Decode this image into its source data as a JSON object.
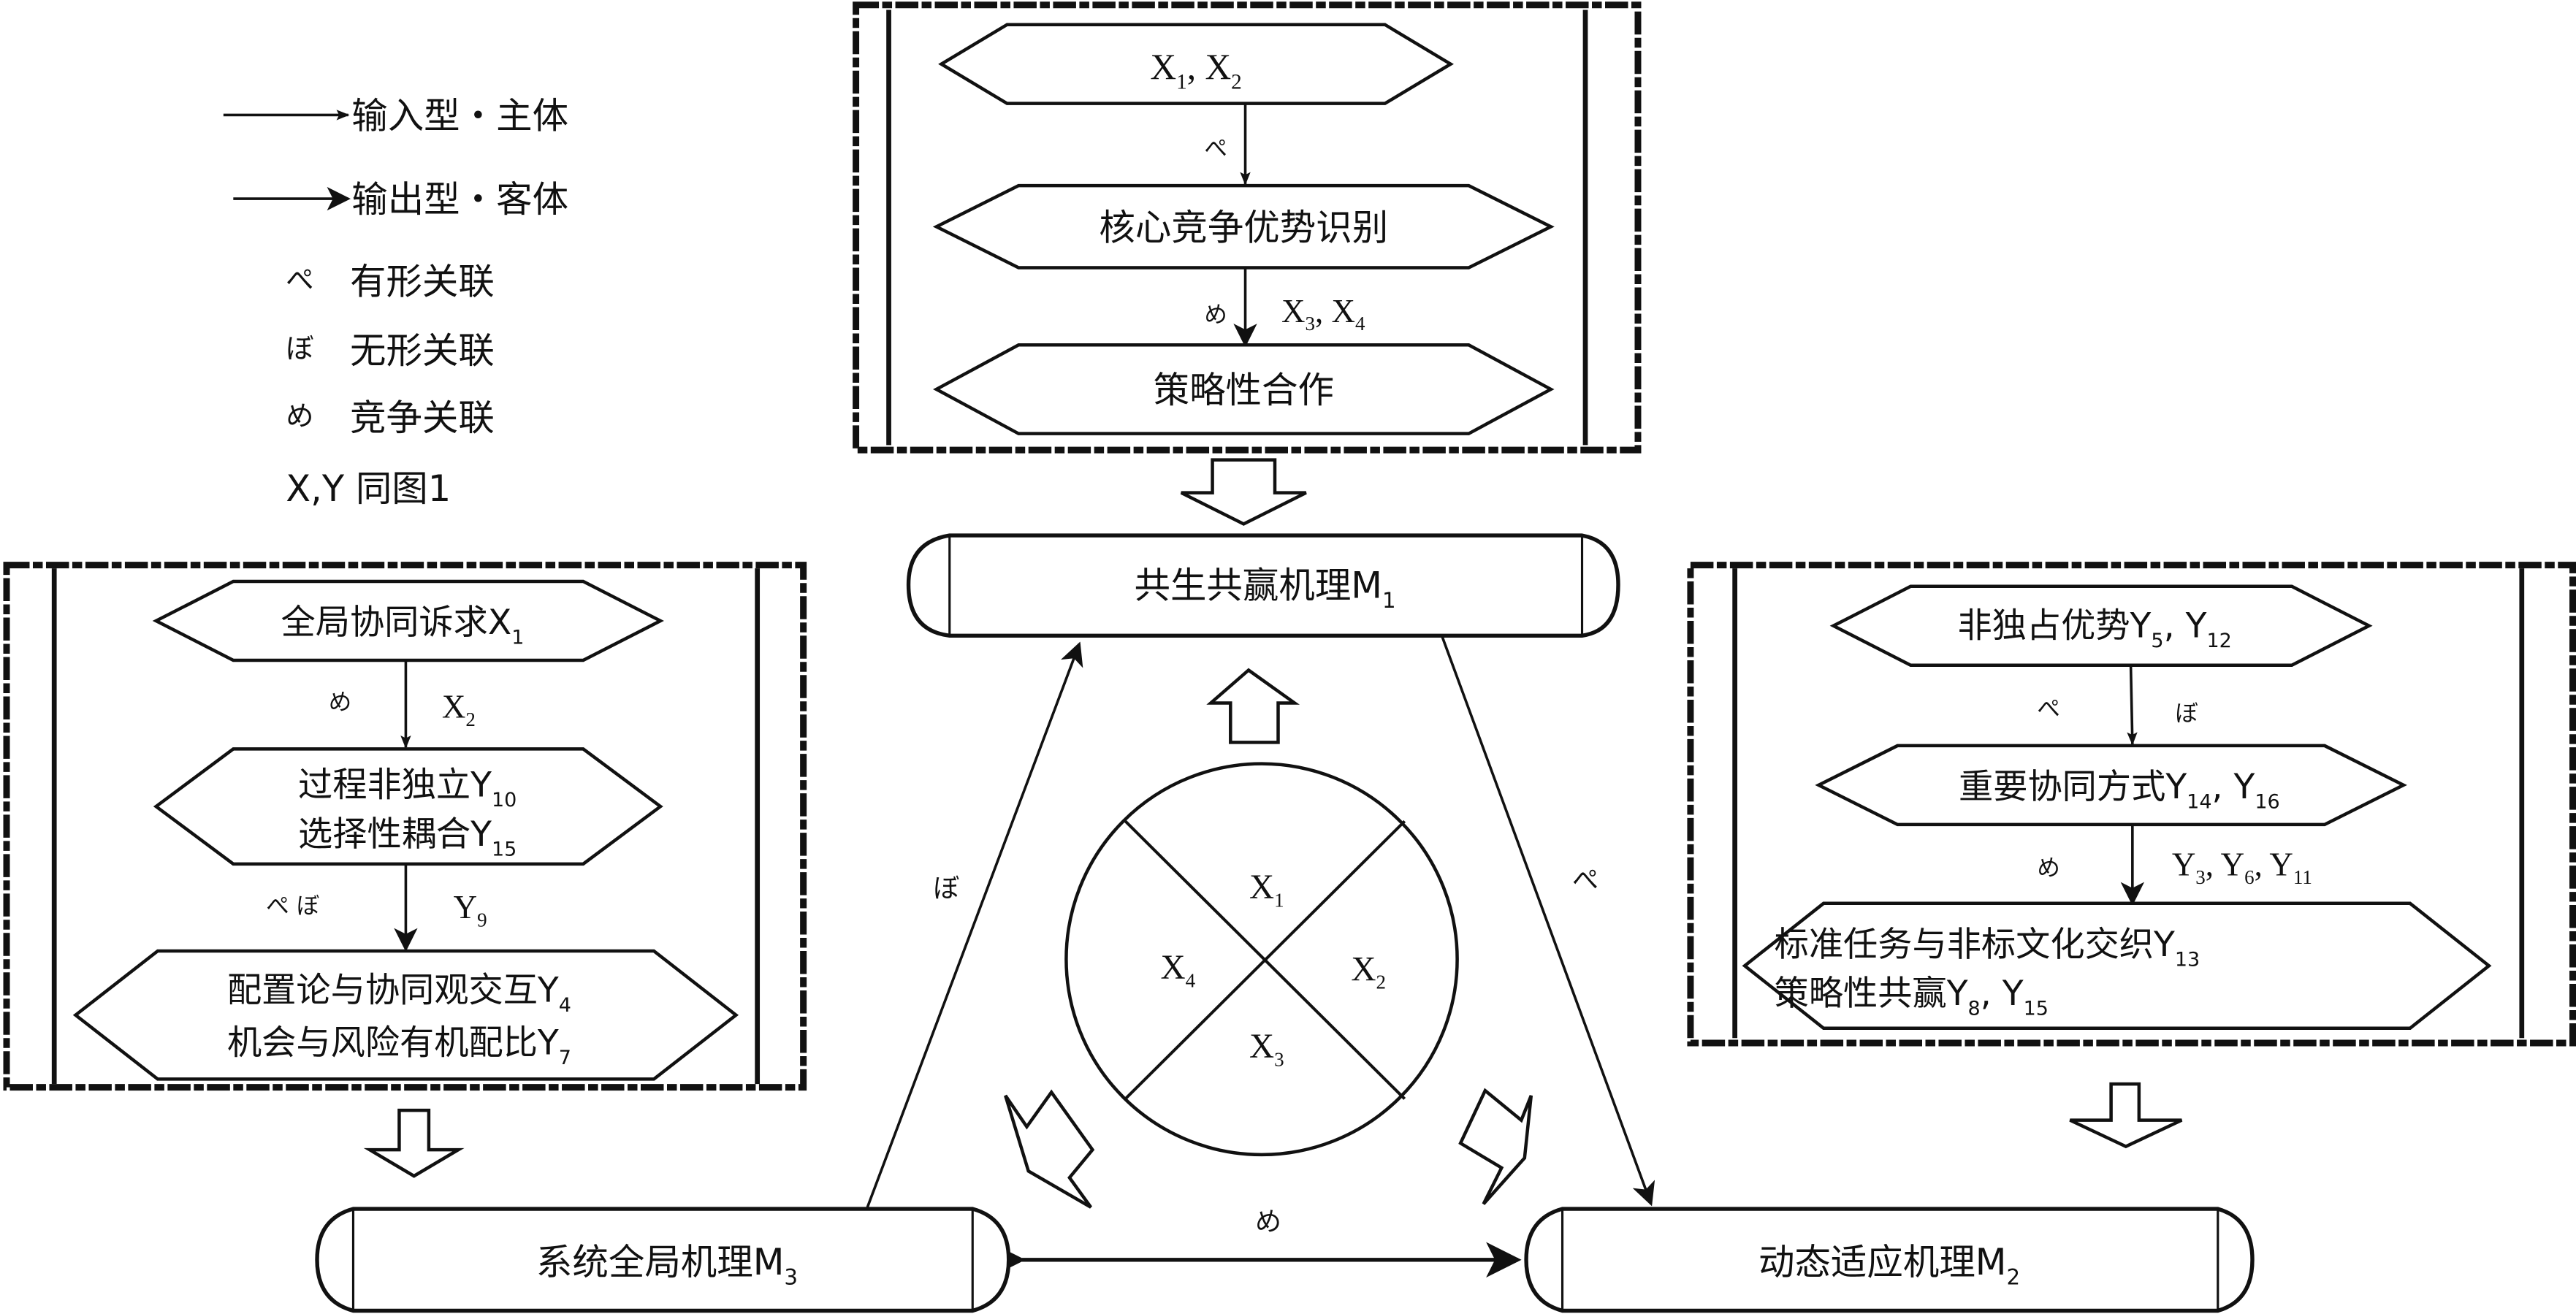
{
  "legend": {
    "input_type": "输入型・主体",
    "output_type": "输出型・客体",
    "tangible": {
      "symbol": "ぺ",
      "label": "有形关联"
    },
    "intangible": {
      "symbol": "ぼ",
      "label": "无形关联"
    },
    "competitive": {
      "symbol": "め",
      "label": "竞争关联"
    },
    "note": "X,Y 同图1"
  },
  "top_box": {
    "node1": {
      "base1": "X",
      "sub1": "1",
      "sep": ", ",
      "base2": "X",
      "sub2": "2"
    },
    "edge1_symbol": "ぺ",
    "node2": "核心竞争优势识别",
    "edge2_symbol": "め",
    "edge2_label": {
      "base1": "X",
      "sub1": "3",
      "sep": ", ",
      "base2": "X",
      "sub2": "4"
    },
    "node3": "策略性合作"
  },
  "left_box": {
    "node1": {
      "text": "全局协同诉求X",
      "sub": "1"
    },
    "edge1_symbol": "め",
    "edge1_label": {
      "base": "X",
      "sub": "2"
    },
    "node2_line1": {
      "text": "过程非独立Y",
      "sub": "10"
    },
    "node2_line2": {
      "text": "选择性耦合Y",
      "sub": "15"
    },
    "edge2_symbols": "ぺ  ぼ",
    "edge2_label": {
      "base": "Y",
      "sub": "9"
    },
    "node3_line1": {
      "text": "配置论与协同观交互Y",
      "sub": "4"
    },
    "node3_line2": {
      "text": "机会与风险有机配比Y",
      "sub": "7"
    }
  },
  "right_box": {
    "node1": {
      "text": "非独占优势Y",
      "sub1": "5",
      "sep": ", Y",
      "sub2": "12"
    },
    "edge1_symbol_left": "ぺ",
    "edge1_symbol_right": "ぼ",
    "node2": {
      "text": "重要协同方式Y",
      "sub1": "14",
      "sep": ", Y",
      "sub2": "16"
    },
    "edge2_symbol": "め",
    "edge2_label": {
      "a": "Y",
      "s1": "3",
      "b": ", Y",
      "s2": "6",
      "c": ", Y",
      "s3": "11"
    },
    "node3_line1": {
      "text": "标准任务与非标文化交织Y",
      "sub": "13"
    },
    "node3_line2": {
      "text": "策略性共赢Y",
      "sub1": "8",
      "sep": ", Y",
      "sub2": "15"
    }
  },
  "mechanisms": {
    "m1": {
      "text": "共生共赢机理M",
      "sub": "1"
    },
    "m2": {
      "text": "动态适应机理M",
      "sub": "2"
    },
    "m3": {
      "text": "系统全局机理M",
      "sub": "3"
    }
  },
  "circle": {
    "q1": {
      "base": "X",
      "sub": "1"
    },
    "q2": {
      "base": "X",
      "sub": "2"
    },
    "q3": {
      "base": "X",
      "sub": "3"
    },
    "q4": {
      "base": "X",
      "sub": "4"
    }
  },
  "connections": {
    "m3_to_m1_symbol": "ぼ",
    "m1_to_m2_symbol": "ぺ",
    "m3_m2_symbol": "め"
  }
}
